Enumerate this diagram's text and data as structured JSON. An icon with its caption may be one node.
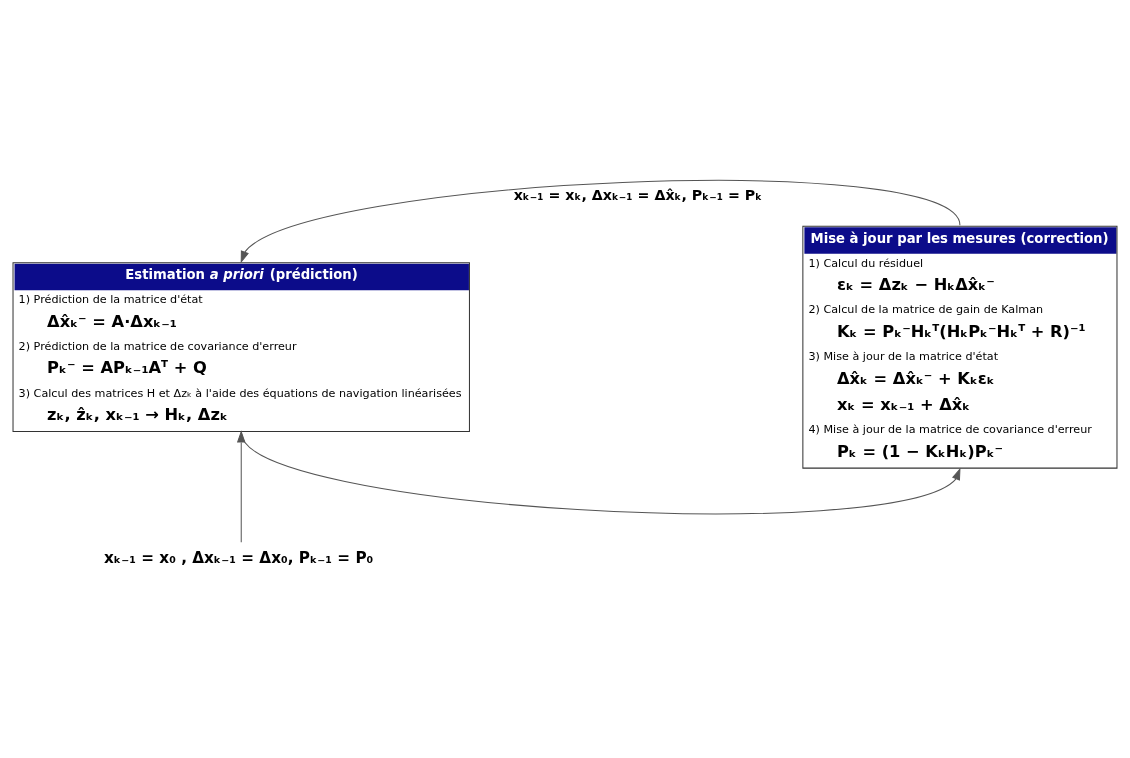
{
  "diagram": {
    "nodes": [
      {
        "text": [
          "Estimation *a priori* (prédiction)",
          "1) Prédiction de la matrice d'état",
          "Δx̂ₖ⁻ = A·Δxₖ₋₁",
          "2) Prédiction de la matrice de covariance d'erreur",
          "Pₖ⁻ = APₖ₋₁Aᵀ + Q",
          "3) Calcul des matrices H et Δzₖ à l'aide des équations de navigation linéarisées",
          "zₖ, ẑₖ, xₖ₋₁ → Hₖ, Δzₖ"
        ]
      },
      {
        "text": [
          "Mise à jour par les mesures (correction)",
          "1) Calcul du résiduel",
          "εₖ = Δzₖ − HₖΔx̂ₖ⁻",
          "2) Calcul de la matrice de gain de Kalman",
          "Kₖ = Pₖ⁻Hₖᵀ(HₖPₖ⁻Hₖᵀ + R)⁻¹",
          "3) Mise à jour de la matrice d'état",
          "Δx̂ₖ = Δx̂ₖ⁻ + Kₖεₖ",
          "xₖ = xₖ₋₁ + Δx̂ₖ",
          "4) Mise à jour de la matrice de covariance d'erreur",
          "Pₖ = (1 − KₖHₖ)Pₖ⁻"
        ]
      },
      {
        "text": [
          "xₖ₋₁ = x₀ , Δxₖ₋₁ = Δx₀, Pₖ₋₁ = P₀"
        ]
      }
    ],
    "edges": [
      {
        "from": 0,
        "to": 1,
        "arrow": "to"
      },
      {
        "from": 1,
        "to": 0,
        "arrow": "to",
        "label": "xₖ₋₁ = xₖ, Δxₖ₋₁ = Δx̂ₖ, Pₖ₋₁ = Pₖ"
      },
      {
        "from": 2,
        "to": 0,
        "arrow": "to"
      }
    ]
  }
}
